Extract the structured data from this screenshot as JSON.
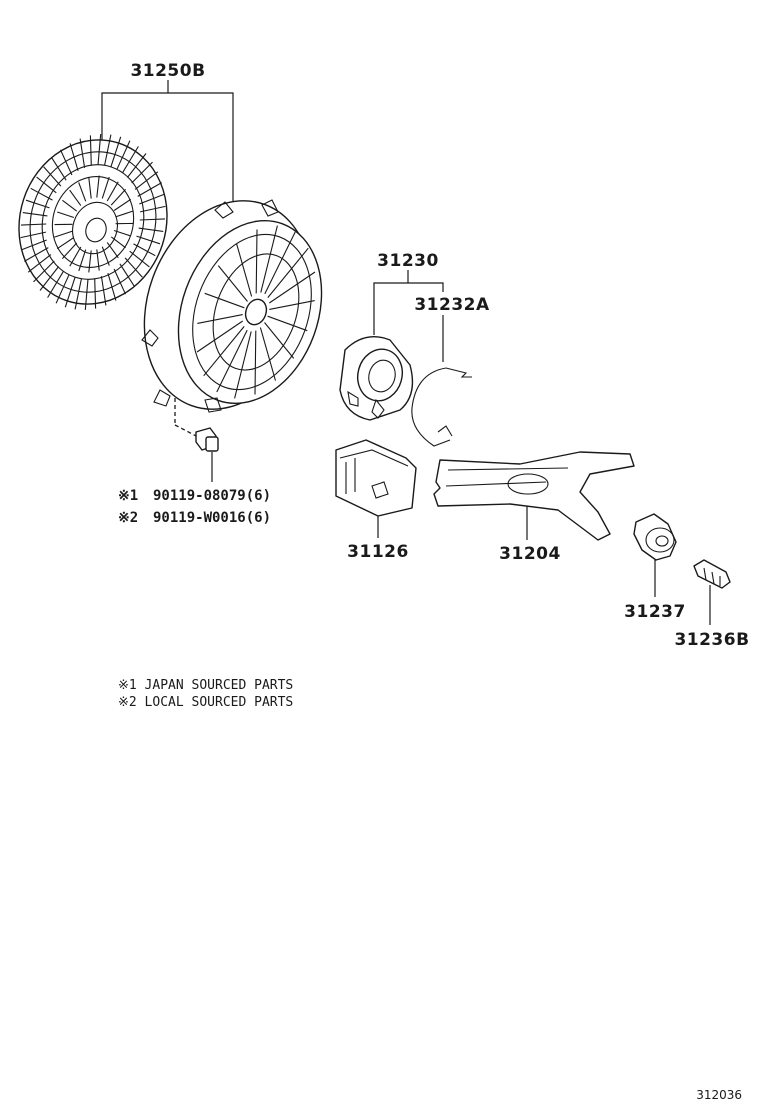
{
  "callouts": {
    "clutch_cover_assy": "31250B",
    "release_bearing_assy": "31230",
    "bearing_clip": "31232A",
    "fork_boot": "31126",
    "release_fork": "31204",
    "fork_support": "31237",
    "fork_bolt": "31236B"
  },
  "bolts": {
    "line1_mark": "※1",
    "line1_part": "90119-08079(6)",
    "line2_mark": "※2",
    "line2_part": "90119-W0016(6)"
  },
  "legend": {
    "line1": "※1 JAPAN SOURCED PARTS",
    "line2": "※2 LOCAL SOURCED PARTS"
  },
  "figure_code": "312036"
}
